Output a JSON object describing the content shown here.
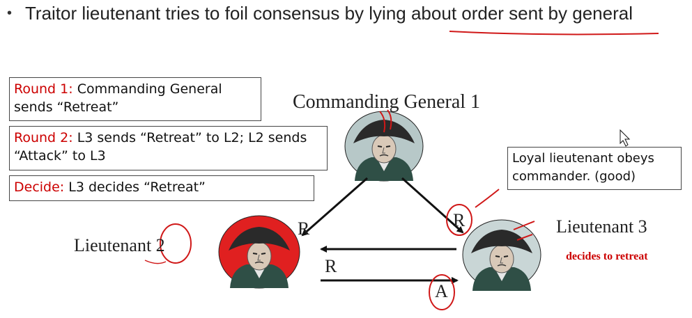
{
  "bullet": {
    "glyph": "•",
    "text": "Traitor lieutenant tries to foil consensus by lying about order sent by general"
  },
  "rounds": [
    {
      "label": "Round 1:",
      "text": " Commanding General sends “Retreat”"
    },
    {
      "label": "Round 2:",
      "text": " L3 sends “Retreat” to L2; L2 sends “Attack” to L3"
    },
    {
      "label": "Decide:",
      "text": " L3 decides “Retreat”"
    }
  ],
  "nodes": {
    "general": "Commanding General 1",
    "lt2": "Lieutenant 2",
    "lt3": "Lieutenant 3"
  },
  "edge_labels": {
    "g_to_l2": "R",
    "g_to_l3": "R",
    "l3_to_l2": "R",
    "l2_to_l3": "A"
  },
  "l3_decision": "decides to retreat",
  "note": "Loyal lieutenant obeys commander. (good)",
  "colors": {
    "accent_red": "#cc0000",
    "traitor_ring": "#e02020",
    "loyal_ring": "#c9d6d6",
    "annotation": "#d01818"
  }
}
